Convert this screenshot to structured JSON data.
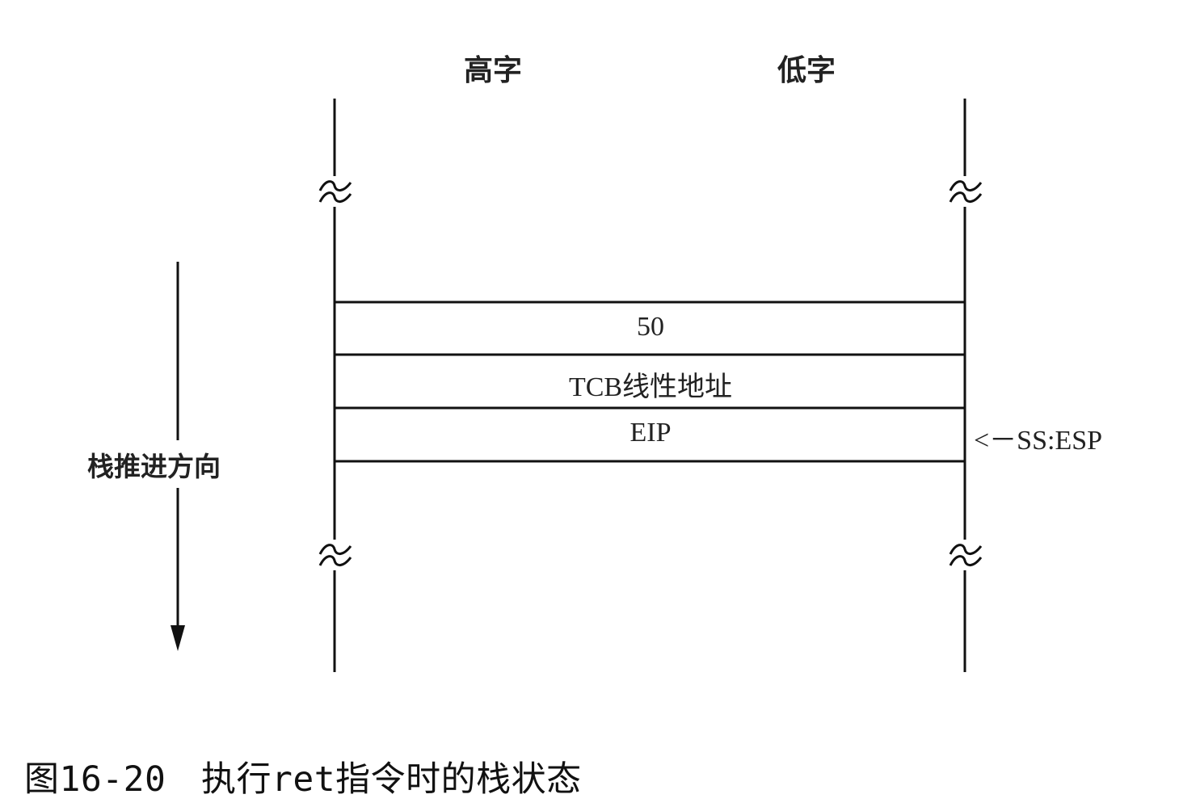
{
  "headers": {
    "high_word": "高字",
    "low_word": "低字"
  },
  "stack": {
    "cells": [
      "50",
      "TCB线性地址",
      "EIP"
    ],
    "pointer_label": "<－SS:ESP",
    "direction_label": "栈推进方向"
  },
  "caption": "图16-20　执行ret指令时的栈状态"
}
